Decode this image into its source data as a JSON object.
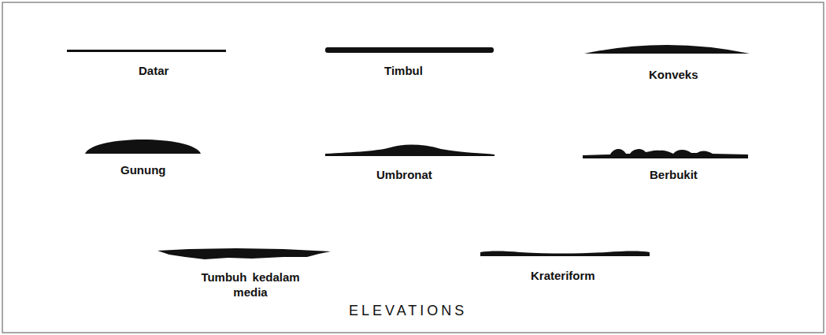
{
  "diagram": {
    "caption": "ELEVATIONS",
    "labels": [
      "Datar",
      "Timbul",
      "Konveks",
      "Gunung",
      "Umbronat",
      "Berbukit",
      "Tumbuh kedalam media",
      "Krateriform"
    ]
  }
}
